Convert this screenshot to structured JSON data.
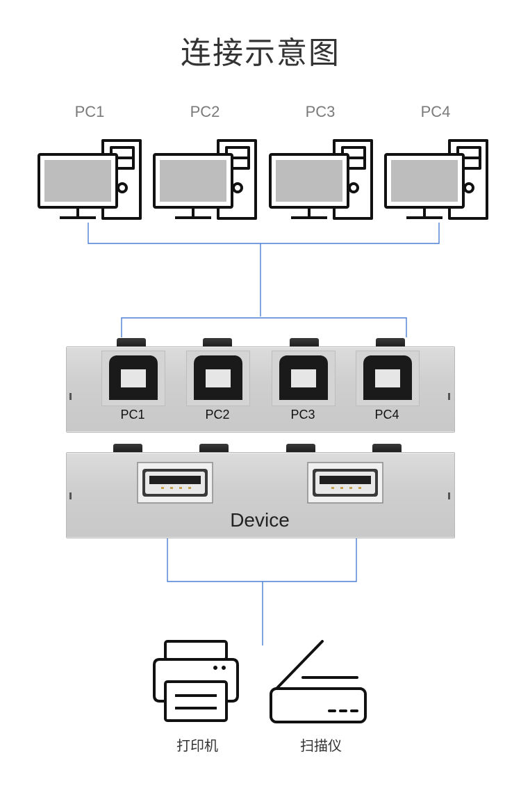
{
  "title": "连接示意图",
  "computers": [
    {
      "label": "PC1"
    },
    {
      "label": "PC2"
    },
    {
      "label": "PC3"
    },
    {
      "label": "PC4"
    }
  ],
  "switch_ports": [
    {
      "label": "PC1"
    },
    {
      "label": "PC2"
    },
    {
      "label": "PC3"
    },
    {
      "label": "PC4"
    }
  ],
  "device_port_label": "Device",
  "devices": [
    {
      "label": "打印机",
      "icon": "printer-icon"
    },
    {
      "label": "扫描仪",
      "icon": "scanner-icon"
    }
  ],
  "colors": {
    "wire": "#4a7fd4",
    "casing": "#cfcfcf",
    "monitor_screen": "#bdbdbd",
    "outline": "#111111"
  }
}
